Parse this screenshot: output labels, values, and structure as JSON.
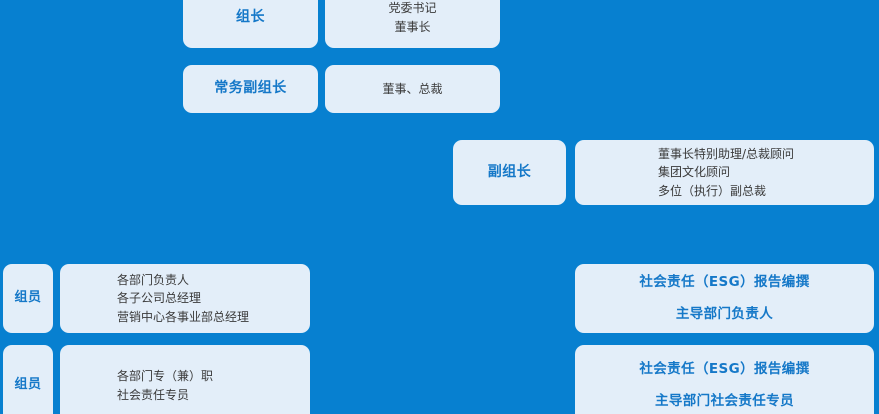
{
  "theme": {
    "background_color": "#0780d0",
    "card_color": "#e3eef9",
    "accent_text_color": "#1578c8",
    "body_text_color": "#3a3a3a"
  },
  "rows": [
    {
      "role": "组长",
      "details": [
        "党委书记",
        "董事长"
      ]
    },
    {
      "role": "常务副组长",
      "details": [
        "董事、总裁"
      ]
    },
    {
      "role": "副组长",
      "details": [
        "董事长特别助理/总裁顾问",
        "集团文化顾问",
        "多位（执行）副总裁"
      ]
    },
    {
      "role": "组员",
      "details": [
        "各部门负责人",
        "各子公司总经理",
        "营销中心各事业部总经理"
      ],
      "esg": [
        "社会责任（ESG）报告编撰",
        "主导部门负责人"
      ]
    },
    {
      "role": "组员",
      "details": [
        "各部门专（兼）职",
        "社会责任专员"
      ],
      "esg": [
        "社会责任（ESG）报告编撰",
        "主导部门社会责任专员"
      ]
    }
  ]
}
